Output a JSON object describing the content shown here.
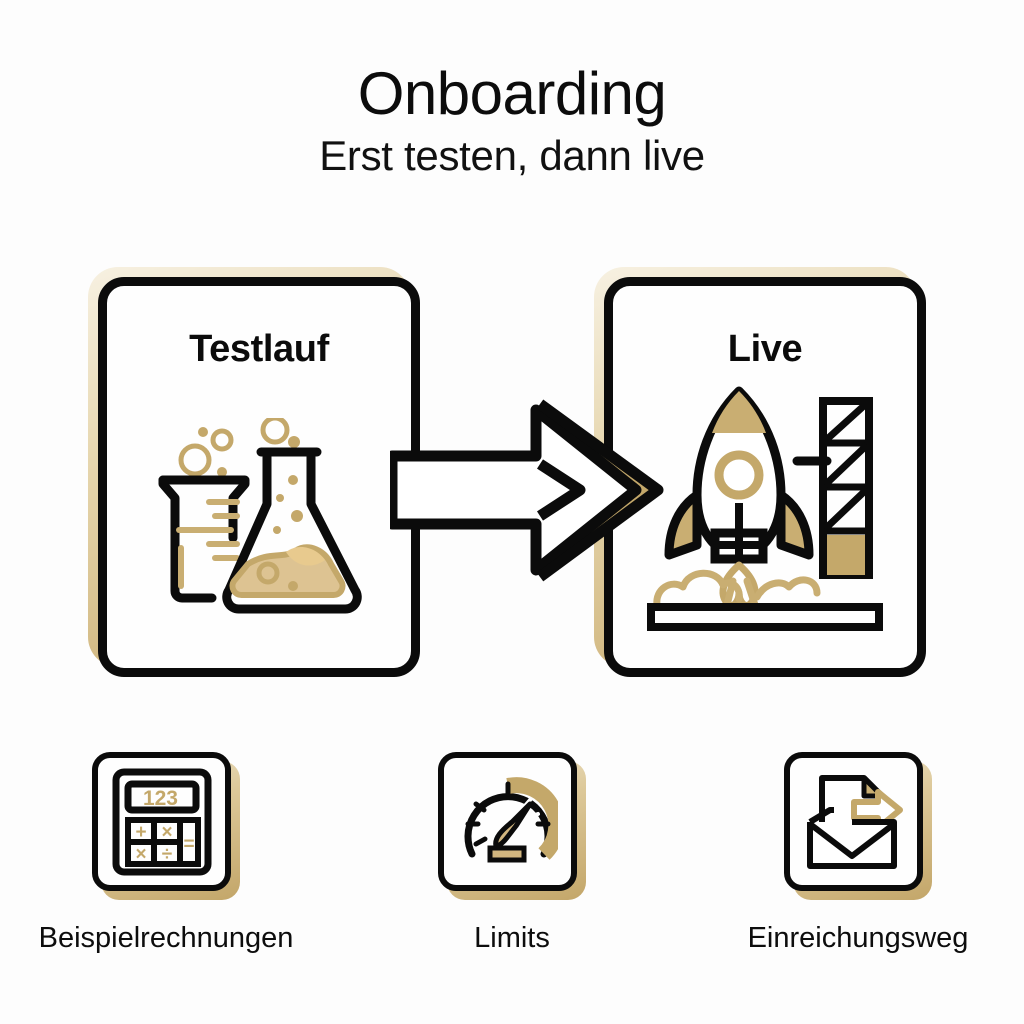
{
  "header": {
    "title": "Onboarding",
    "subtitle": "Erst testen, dann live"
  },
  "flow": {
    "arrow_icon": "right-arrow-icon",
    "steps": [
      {
        "id": "testlauf",
        "title": "Testlauf",
        "icon": "lab-beaker-flask-icon"
      },
      {
        "id": "live",
        "title": "Live",
        "icon": "rocket-launch-icon"
      }
    ]
  },
  "features": [
    {
      "id": "beispielrechnungen",
      "label": "Beispielrechnungen",
      "icon": "calculator-icon",
      "display_value": "123",
      "keys": [
        "+",
        "×",
        "×",
        "÷",
        "="
      ]
    },
    {
      "id": "limits",
      "label": "Limits",
      "icon": "gauge-icon"
    },
    {
      "id": "einreichungsweg",
      "label": "Einreichungsweg",
      "icon": "envelope-document-arrow-icon"
    }
  ],
  "colors": {
    "background": "#fdfdfd",
    "ink": "#0b0b0b",
    "gold": "#c4a86a",
    "gold_light": "#d8c291",
    "gold_deep": "#b99a55",
    "gold_pale": "#e6d6ae"
  }
}
